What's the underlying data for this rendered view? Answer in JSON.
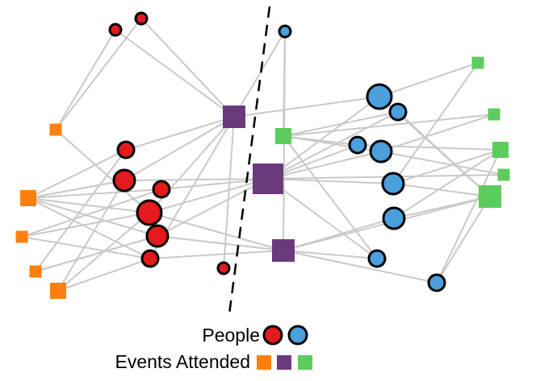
{
  "legend": {
    "people_label": "People",
    "events_label": "Events Attended"
  },
  "colors": {
    "group_a_person": "#e41a1c",
    "group_b_person": "#4a9fdc",
    "event_orange": "#ff7f0e",
    "event_purple": "#6b3a7d",
    "event_green": "#5ccc5c",
    "edge": "#c9c9c9",
    "outline": "#000000"
  },
  "network": {
    "people": [
      {
        "id": "r1",
        "group": "a",
        "size": "small"
      },
      {
        "id": "r2",
        "group": "a",
        "size": "small"
      },
      {
        "id": "r3",
        "group": "a",
        "size": "medium"
      },
      {
        "id": "r4",
        "group": "a",
        "size": "large"
      },
      {
        "id": "r5",
        "group": "a",
        "size": "medium"
      },
      {
        "id": "r6",
        "group": "a",
        "size": "xlarge"
      },
      {
        "id": "r7",
        "group": "a",
        "size": "large"
      },
      {
        "id": "r8",
        "group": "a",
        "size": "medium"
      },
      {
        "id": "r9",
        "group": "a",
        "size": "small"
      },
      {
        "id": "b1",
        "group": "b",
        "size": "small"
      },
      {
        "id": "b2",
        "group": "b",
        "size": "xlarge"
      },
      {
        "id": "b3",
        "group": "b",
        "size": "medium"
      },
      {
        "id": "b4",
        "group": "b",
        "size": "medium"
      },
      {
        "id": "b5",
        "group": "b",
        "size": "large"
      },
      {
        "id": "b6",
        "group": "b",
        "size": "large"
      },
      {
        "id": "b7",
        "group": "b",
        "size": "large"
      },
      {
        "id": "b8",
        "group": "b",
        "size": "medium"
      },
      {
        "id": "b9",
        "group": "b",
        "size": "medium"
      }
    ],
    "events": [
      {
        "id": "o1",
        "color": "orange",
        "size": "small"
      },
      {
        "id": "o2",
        "color": "orange",
        "size": "medium"
      },
      {
        "id": "o3",
        "color": "orange",
        "size": "small"
      },
      {
        "id": "o4",
        "color": "orange",
        "size": "small"
      },
      {
        "id": "o5",
        "color": "orange",
        "size": "medium"
      },
      {
        "id": "p1",
        "color": "purple",
        "size": "large"
      },
      {
        "id": "p2",
        "color": "purple",
        "size": "xlarge"
      },
      {
        "id": "p3",
        "color": "purple",
        "size": "large"
      },
      {
        "id": "g1",
        "color": "green",
        "size": "medium"
      },
      {
        "id": "g2",
        "color": "green",
        "size": "small"
      },
      {
        "id": "g3",
        "color": "green",
        "size": "small"
      },
      {
        "id": "g4",
        "color": "green",
        "size": "medium"
      },
      {
        "id": "g5",
        "color": "green",
        "size": "small"
      },
      {
        "id": "g6",
        "color": "green",
        "size": "large"
      }
    ],
    "edges": [
      [
        "r1",
        "o1"
      ],
      [
        "r1",
        "p1"
      ],
      [
        "r2",
        "o1"
      ],
      [
        "r2",
        "p1"
      ],
      [
        "r3",
        "o2"
      ],
      [
        "r3",
        "o4"
      ],
      [
        "r3",
        "p1"
      ],
      [
        "r4",
        "o2"
      ],
      [
        "r4",
        "o5"
      ],
      [
        "r4",
        "p2"
      ],
      [
        "r4",
        "p1"
      ],
      [
        "r5",
        "o2"
      ],
      [
        "r5",
        "o3"
      ],
      [
        "r5",
        "p2"
      ],
      [
        "r6",
        "o2"
      ],
      [
        "r6",
        "o3"
      ],
      [
        "r6",
        "p1"
      ],
      [
        "r6",
        "p2"
      ],
      [
        "r6",
        "p3"
      ],
      [
        "r7",
        "o2"
      ],
      [
        "r7",
        "o4"
      ],
      [
        "r7",
        "p2"
      ],
      [
        "r7",
        "p3"
      ],
      [
        "r8",
        "o5"
      ],
      [
        "r8",
        "o2"
      ],
      [
        "r8",
        "p3"
      ],
      [
        "r8",
        "p1"
      ],
      [
        "r9",
        "p1"
      ],
      [
        "o1",
        "r6"
      ],
      [
        "o3",
        "r8"
      ],
      [
        "o5",
        "r6"
      ],
      [
        "o4",
        "r7"
      ],
      [
        "b1",
        "p1"
      ],
      [
        "b1",
        "g1"
      ],
      [
        "b1",
        "p3"
      ],
      [
        "b2",
        "p1"
      ],
      [
        "b2",
        "p2"
      ],
      [
        "b2",
        "g2"
      ],
      [
        "b2",
        "g6"
      ],
      [
        "b3",
        "g1"
      ],
      [
        "b3",
        "p2"
      ],
      [
        "b3",
        "g4"
      ],
      [
        "b4",
        "g1"
      ],
      [
        "b4",
        "p2"
      ],
      [
        "b4",
        "g6"
      ],
      [
        "b5",
        "g1"
      ],
      [
        "b5",
        "p2"
      ],
      [
        "b5",
        "g3"
      ],
      [
        "b5",
        "g5"
      ],
      [
        "b6",
        "p2"
      ],
      [
        "b6",
        "g4"
      ],
      [
        "b6",
        "g6"
      ],
      [
        "b6",
        "g2"
      ],
      [
        "b7",
        "p3"
      ],
      [
        "b7",
        "g6"
      ],
      [
        "b7",
        "g4"
      ],
      [
        "b8",
        "p3"
      ],
      [
        "b8",
        "g1"
      ],
      [
        "b8",
        "p2"
      ],
      [
        "b9",
        "p3"
      ],
      [
        "b9",
        "g6"
      ],
      [
        "b9",
        "g4"
      ],
      [
        "p3",
        "g6"
      ],
      [
        "p2",
        "g5"
      ],
      [
        "g1",
        "g3"
      ]
    ]
  }
}
